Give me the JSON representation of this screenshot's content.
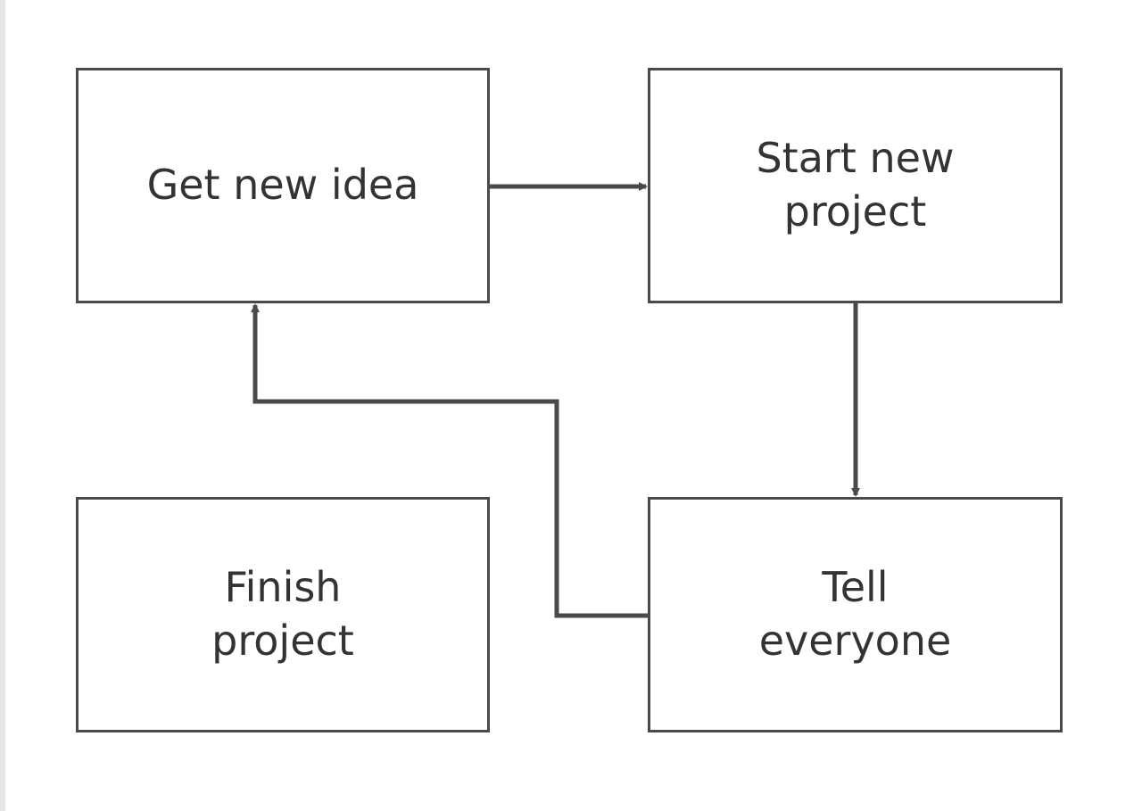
{
  "nodes": {
    "get_new_idea": "Get new idea",
    "start_new_project": "Start new\nproject",
    "tell_everyone": "Tell\neveryone",
    "finish_project": "Finish\nproject"
  },
  "colors": {
    "stroke": "#4a4a4a",
    "text": "#333333",
    "background": "#ffffff"
  }
}
